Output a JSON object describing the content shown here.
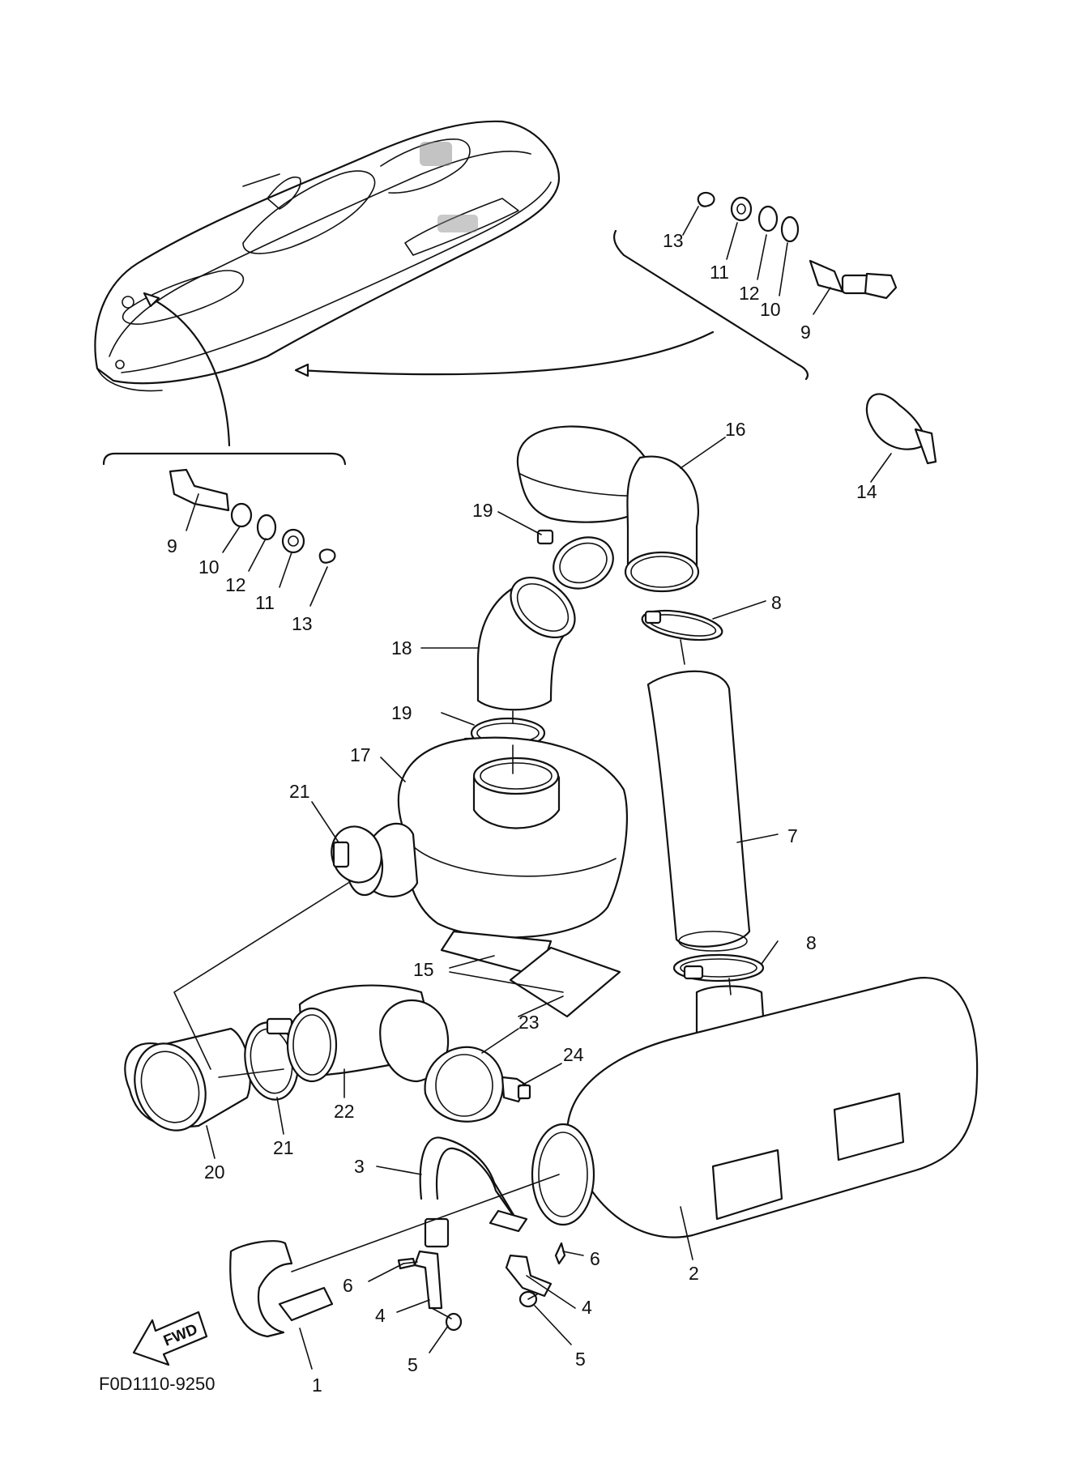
{
  "diagram_code": "F0D1110-9250",
  "direction_label": "FWD",
  "callouts": [
    "13",
    "11",
    "12",
    "10",
    "9",
    "16",
    "14",
    "19",
    "8",
    "9",
    "10",
    "12",
    "11",
    "13",
    "18",
    "19",
    "17",
    "21",
    "7",
    "8",
    "15",
    "23",
    "24",
    "20",
    "21",
    "22",
    "3",
    "2",
    "6",
    "6",
    "4",
    "4",
    "5",
    "5",
    "1"
  ]
}
